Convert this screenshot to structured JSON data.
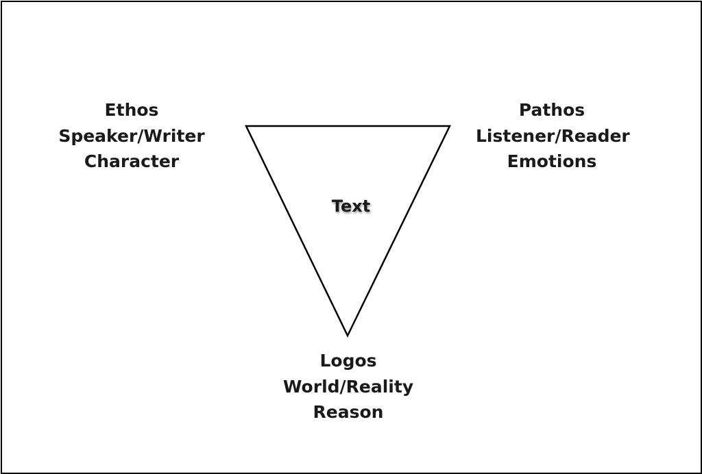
{
  "diagram": {
    "center": {
      "label": "Text"
    },
    "nodes": {
      "ethos": {
        "title": "Ethos",
        "line2": "Speaker/Writer",
        "line3": "Character"
      },
      "pathos": {
        "title": "Pathos",
        "line2": "Listener/Reader",
        "line3": "Emotions"
      },
      "logos": {
        "title": "Logos",
        "line2": "World/Reality",
        "line3": "Reason"
      }
    },
    "colors": {
      "stroke": "#000000",
      "text": "#1a1a1a",
      "background": "#ffffff"
    }
  }
}
